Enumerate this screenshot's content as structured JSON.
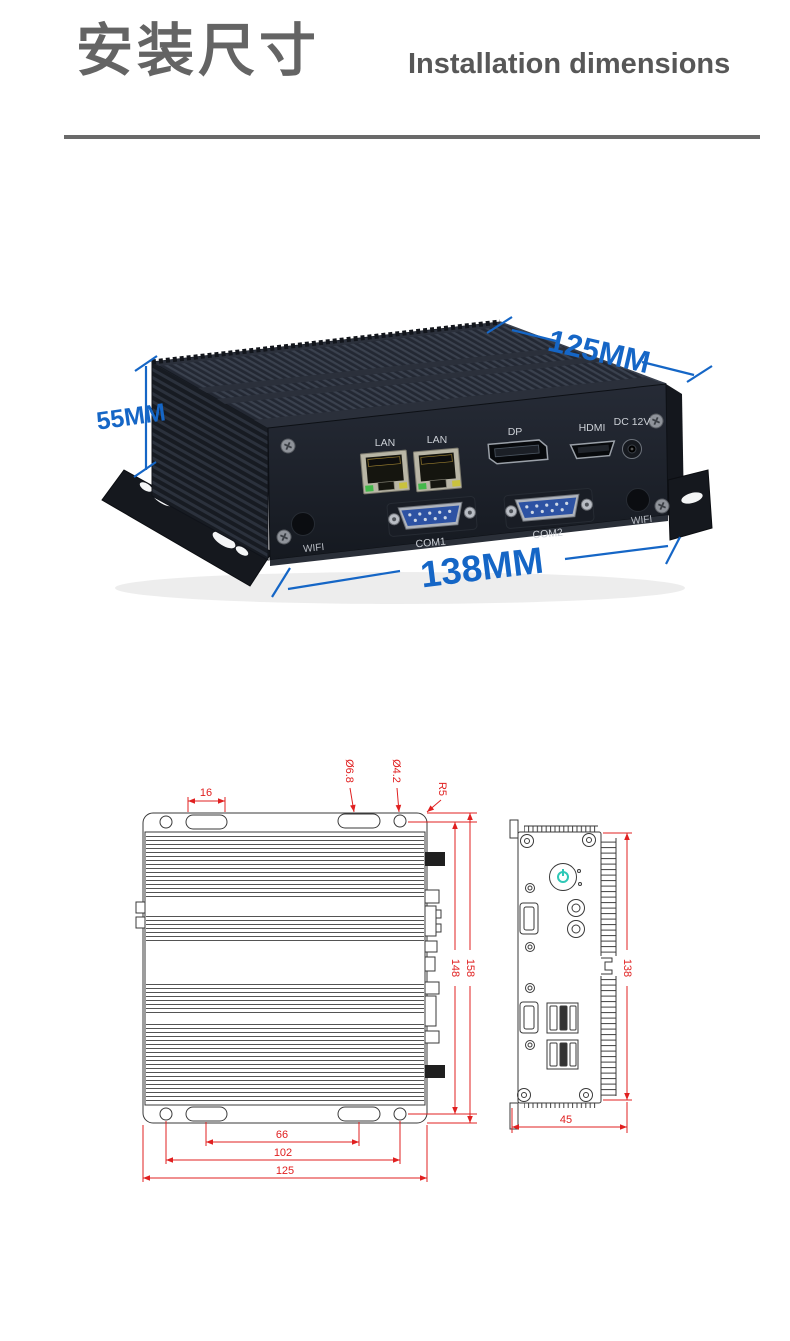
{
  "header": {
    "title_zh": "安装尺寸",
    "title_en": "Installation dimensions"
  },
  "photo": {
    "dims": {
      "top": "125MM",
      "left": "55MM",
      "front": "138MM"
    },
    "ports": {
      "lan1": "LAN",
      "lan2": "LAN",
      "dp": "DP",
      "hdmi": "HDMI",
      "dc": "DC 12V",
      "com1": "COM1",
      "com2": "COM2",
      "wifi_left": "WIFI",
      "wifi_right": "WIFI"
    }
  },
  "top_view": {
    "slot_length": "16",
    "slot_dia": "Ø6.8",
    "hole_dia": "Ø4.2",
    "corner_radius": "R5",
    "hole_span_vertical": "148",
    "overall_height": "158",
    "slot_span": "66",
    "hole_span": "102",
    "overall_width": "125"
  },
  "side_view": {
    "depth": "45",
    "height": "138"
  },
  "colors": {
    "dim_blue": "#1566c6",
    "dim_red": "#e02020",
    "title_gray": "#646464",
    "drawing_line": "#3a3a3a",
    "power_teal": "#2fc8b7"
  }
}
